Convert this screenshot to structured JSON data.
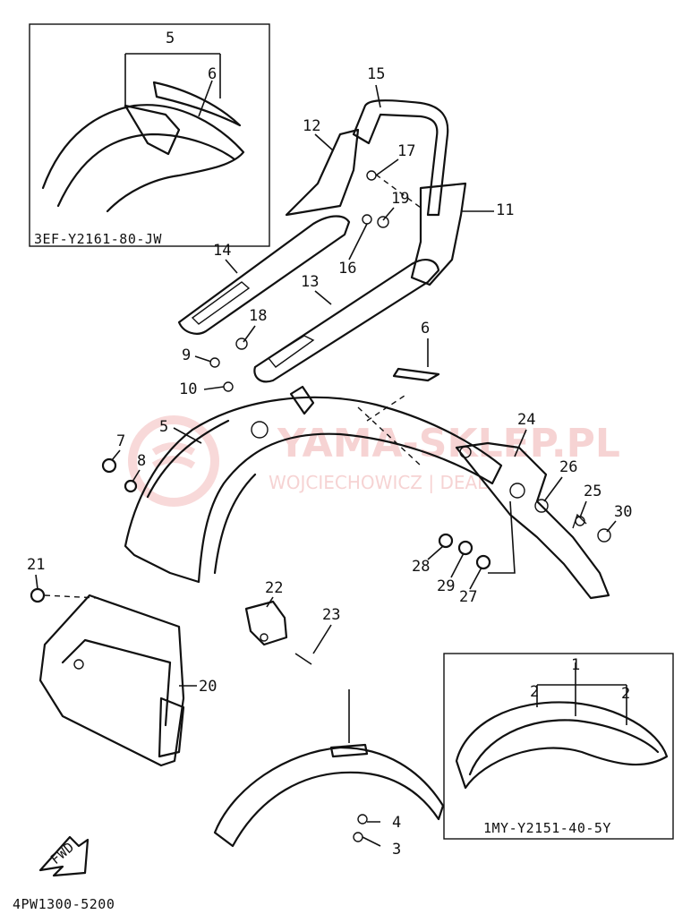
{
  "watermark": {
    "name": "YAMA-SKLEP.PL",
    "subtitle": "WOJCIECHOWICZ | DEAL",
    "color": "#e88a8a"
  },
  "inset_codes": {
    "top_left": "3EF-Y2161-80-JW",
    "bottom_right": "1MY-Y2151-40-5Y"
  },
  "diagram_code": "4PW1300-5200",
  "fwd_label": "FWD",
  "part_numbers": {
    "p1": "1",
    "p2a": "2",
    "p2b": "2",
    "p3": "3",
    "p4": "4",
    "p5_inset": "5",
    "p5": "5",
    "p6_inset": "6",
    "p6": "6",
    "p7": "7",
    "p8": "8",
    "p9": "9",
    "p10": "10",
    "p11": "11",
    "p12": "12",
    "p13": "13",
    "p14": "14",
    "p15": "15",
    "p16": "16",
    "p17": "17",
    "p18": "18",
    "p19": "19",
    "p20": "20",
    "p21": "21",
    "p22": "22",
    "p23": "23",
    "p24": "24",
    "p25": "25",
    "p26": "26",
    "p27": "27",
    "p28": "28",
    "p29": "29",
    "p30": "30"
  }
}
